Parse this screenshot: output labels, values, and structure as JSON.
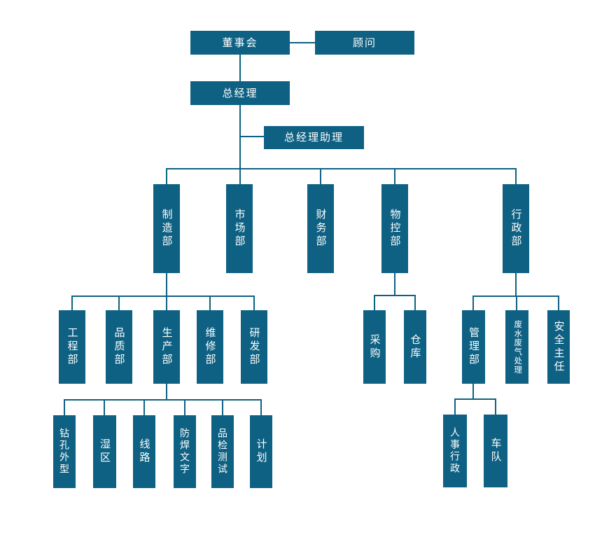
{
  "colors": {
    "node_fill": "#0E6183",
    "node_text": "#FFFFFF",
    "connector": "#0E6183",
    "background": "#FFFFFF"
  },
  "nodes": {
    "board": "董事会",
    "advisor": "顾问",
    "general_manager": "总经理",
    "gm_assistant": "总经理助理",
    "manufacturing": "制造部",
    "marketing": "市场部",
    "finance": "财务部",
    "material_control": "物控部",
    "administration": "行政部",
    "engineering": "工程部",
    "quality": "品质部",
    "production": "生产部",
    "maintenance": "维修部",
    "rnd": "研发部",
    "purchasing": "采购",
    "warehouse": "仓库",
    "management": "管理部",
    "waste_treatment": "废水废气处理",
    "safety_director": "安全主任",
    "drilling_profile": "钻孔外型",
    "wet_area": "湿区",
    "circuit": "线路",
    "solder_mask_legend": "防焊文字",
    "inspection_testing": "品检测试",
    "planning": "计划",
    "hr_admin": "人事行政",
    "fleet": "车队"
  },
  "hierarchy": {
    "root": "董事会",
    "edges": [
      {
        "from": "董事会",
        "to": [
          "顾问"
        ],
        "type": "lateral"
      },
      {
        "from": "董事会",
        "to": [
          "总经理"
        ],
        "type": "report"
      },
      {
        "from": "总经理",
        "to": [
          "总经理助理"
        ],
        "type": "assistant"
      },
      {
        "from": "总经理",
        "to": [
          "制造部",
          "市场部",
          "财务部",
          "物控部",
          "行政部"
        ],
        "type": "report"
      },
      {
        "from": "制造部",
        "to": [
          "工程部",
          "品质部",
          "生产部",
          "维修部",
          "研发部"
        ],
        "type": "report"
      },
      {
        "from": "生产部",
        "to": [
          "钻孔外型",
          "湿区",
          "线路",
          "防焊文字",
          "品检测试",
          "计划"
        ],
        "type": "report"
      },
      {
        "from": "物控部",
        "to": [
          "采购",
          "仓库"
        ],
        "type": "report"
      },
      {
        "from": "行政部",
        "to": [
          "管理部",
          "废水废气处理",
          "安全主任"
        ],
        "type": "report"
      },
      {
        "from": "管理部",
        "to": [
          "人事行政",
          "车队"
        ],
        "type": "report"
      }
    ]
  }
}
